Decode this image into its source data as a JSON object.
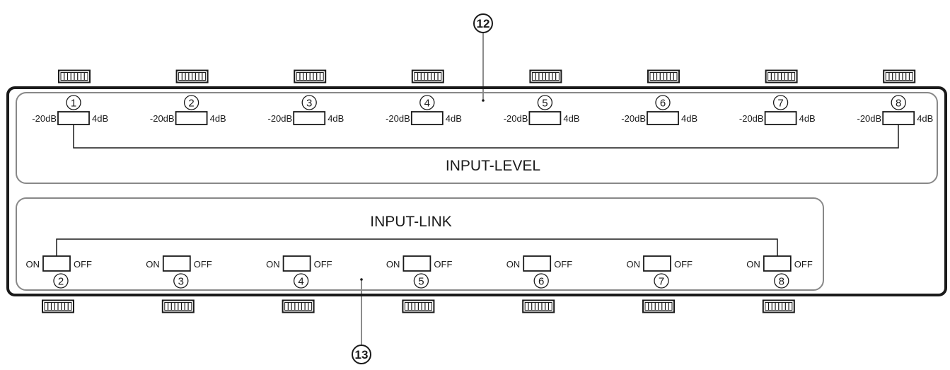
{
  "callouts": {
    "top": "12",
    "bottom": "13"
  },
  "input_level": {
    "title": "INPUT-LEVEL",
    "left_label": "-20dB",
    "right_label": "4dB",
    "channels": [
      "1",
      "2",
      "3",
      "4",
      "5",
      "6",
      "7",
      "8"
    ]
  },
  "input_link": {
    "title": "INPUT-LINK",
    "on_label": "ON",
    "off_label": "OFF",
    "channels": [
      "2",
      "3",
      "4",
      "5",
      "6",
      "7",
      "8"
    ]
  },
  "connectors": {
    "top_count": 8,
    "bottom_count": 7
  },
  "colors": {
    "line": "#1a1a1a",
    "panel_border": "#888888",
    "background": "#ffffff"
  }
}
